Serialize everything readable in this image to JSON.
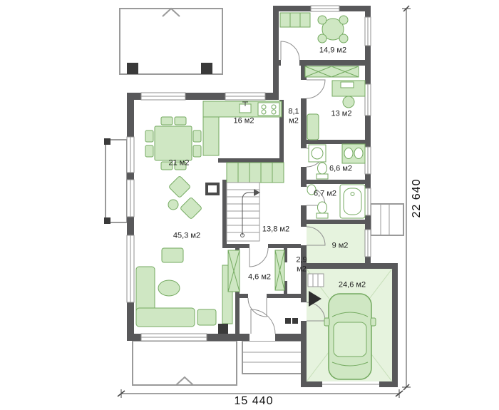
{
  "plan": {
    "rooms": [
      {
        "name": "cabinet",
        "label": "14,9 м2"
      },
      {
        "name": "hall-upper",
        "label": "8,1 м2"
      },
      {
        "name": "room",
        "label": "13 м2"
      },
      {
        "name": "kitchen",
        "label": "16 м2"
      },
      {
        "name": "dining",
        "label": "21 м2"
      },
      {
        "name": "bathroom-small",
        "label": "6,6 м2"
      },
      {
        "name": "bathroom",
        "label": "6,7 м2"
      },
      {
        "name": "hall-stairs",
        "label": "13,8 м2"
      },
      {
        "name": "living-room",
        "label": "45,3 м2"
      },
      {
        "name": "utility",
        "label": "9 м2"
      },
      {
        "name": "pantry",
        "label": "2,9 м2"
      },
      {
        "name": "hall-entry",
        "label": "4,6 м2"
      },
      {
        "name": "garage",
        "label": "24,6 м2"
      }
    ],
    "dimensions": {
      "width_label": "15 440",
      "height_label": "22 640"
    },
    "colors": {
      "wall": "#58585a",
      "furniture_fill": "#cfe7c3",
      "furniture_stroke": "#74aa60",
      "room_tint": "#e6f3de",
      "porch_line": "#9a9a9a"
    }
  }
}
